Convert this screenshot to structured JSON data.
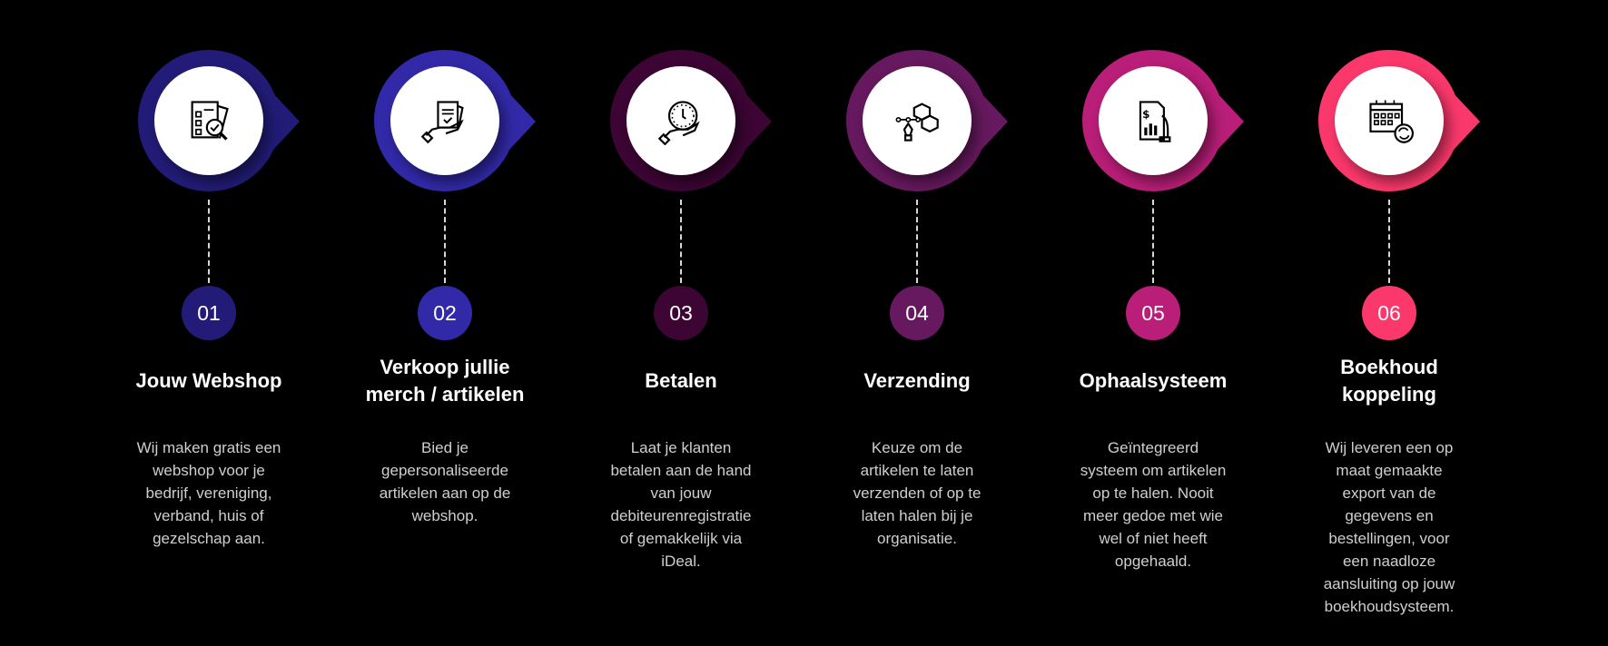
{
  "steps": [
    {
      "number": "01",
      "color": "#221c78",
      "icon": "document-search-icon",
      "title": [
        "Jouw Webshop"
      ],
      "description": [
        "Wij maken gratis een",
        "webshop voor je",
        "bedrijf, vereniging,",
        "verband, huis of",
        "gezelschap aan."
      ]
    },
    {
      "number": "02",
      "color": "#3229a8",
      "icon": "hand-document-check-icon",
      "title": [
        "Verkoop jullie",
        "merch / artikelen"
      ],
      "description": [
        "Bied je",
        "gepersonaliseerde",
        "artikelen aan op de",
        "webshop."
      ]
    },
    {
      "number": "03",
      "color": "#3c0534",
      "icon": "hand-clock-icon",
      "title": [
        "Betalen"
      ],
      "description": [
        "Laat je klanten",
        "betalen aan de hand",
        "van jouw",
        "debiteurenregistratie",
        "of gemakkelijk via",
        "iDeal."
      ]
    },
    {
      "number": "04",
      "color": "#66195e",
      "icon": "pen-tool-cubes-icon",
      "title": [
        "Verzending"
      ],
      "description": [
        "Keuze om de",
        "artikelen te laten",
        "verzenden of op te",
        "laten halen bij je",
        "organisatie."
      ]
    },
    {
      "number": "05",
      "color": "#b91e78",
      "icon": "hand-financial-report-icon",
      "title": [
        "Ophaalsysteem"
      ],
      "description": [
        "Geïntegreerd",
        "systeem om artikelen",
        "op te halen. Nooit",
        "meer gedoe met wie",
        "wel of niet heeft",
        "opgehaald."
      ]
    },
    {
      "number": "06",
      "color": "#fb386c",
      "icon": "calendar-sync-icon",
      "title": [
        "Boekhoud",
        "koppeling"
      ],
      "description": [
        "Wij leveren een op",
        "maat gemaakte",
        "export van de",
        "gegevens en",
        "bestellingen, voor",
        "een naadloze",
        "aansluiting op jouw",
        "boekhoudsysteem."
      ]
    }
  ]
}
